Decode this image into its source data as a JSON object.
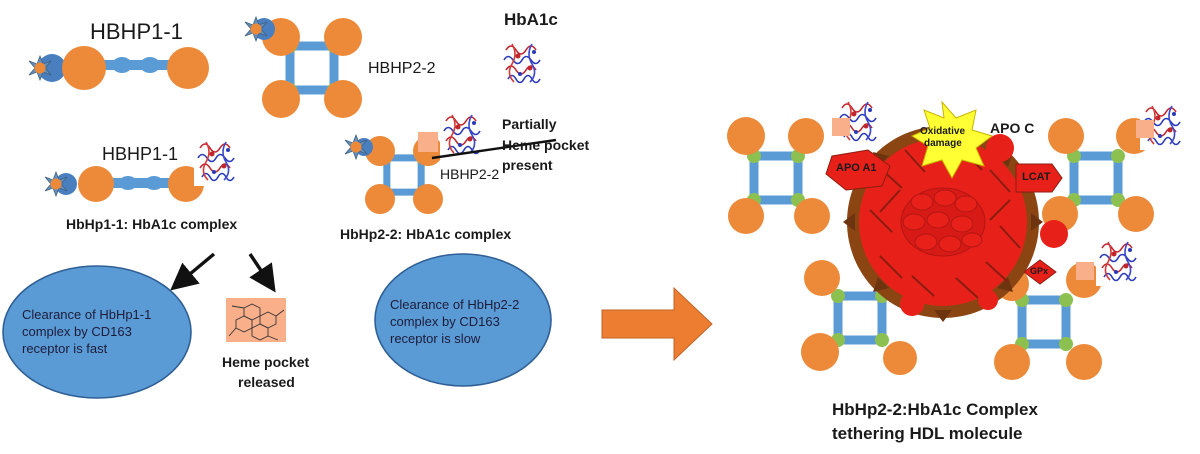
{
  "labels": {
    "hbhp11_top": "HBHP1-1",
    "hbhp22_top": "HBHP2-2",
    "hba1c": "HbA1c",
    "hbhp11_mid": "HBHP1-1",
    "hbhp22_mid": "HBHP2-2",
    "partial_line1": "Partially",
    "partial_line2": "Heme pocket",
    "partial_line3": "present",
    "complex11": "HbHp1-1: HbA1c complex",
    "complex22": "HbHp2-2: HbA1c complex",
    "heme_line1": "Heme pocket",
    "heme_line2": "released",
    "hdl_title_line1": "HbHp2-2:HbA1c Complex",
    "hdl_title_line2": "tethering HDL molecule",
    "oxidative_line1": "Oxidative",
    "oxidative_line2": "damage",
    "apo_c": "APO C",
    "apo_a1": "APO A1",
    "lcat": "LCAT",
    "gpx": "GPx"
  },
  "ovals": {
    "clearance11_line1": "Clearance of HbHp1-1",
    "clearance11_line2": "complex by CD163",
    "clearance11_line3": "receptor is fast",
    "clearance22_line1": "Clearance of HbHp2-2",
    "clearance22_line2": "complex by CD163",
    "clearance22_line3": "receptor is slow"
  },
  "colors": {
    "orange": "#ec8a3a",
    "blue_link": "#5b9bd5",
    "green_node": "#8cc152",
    "oval_blue": "#5b9bd5",
    "arrow_orange": "#ed7d31",
    "red": "#e8201a",
    "brown": "#8b4513",
    "yellow": "#ffff33",
    "heme_peach": "#f9b08a"
  }
}
